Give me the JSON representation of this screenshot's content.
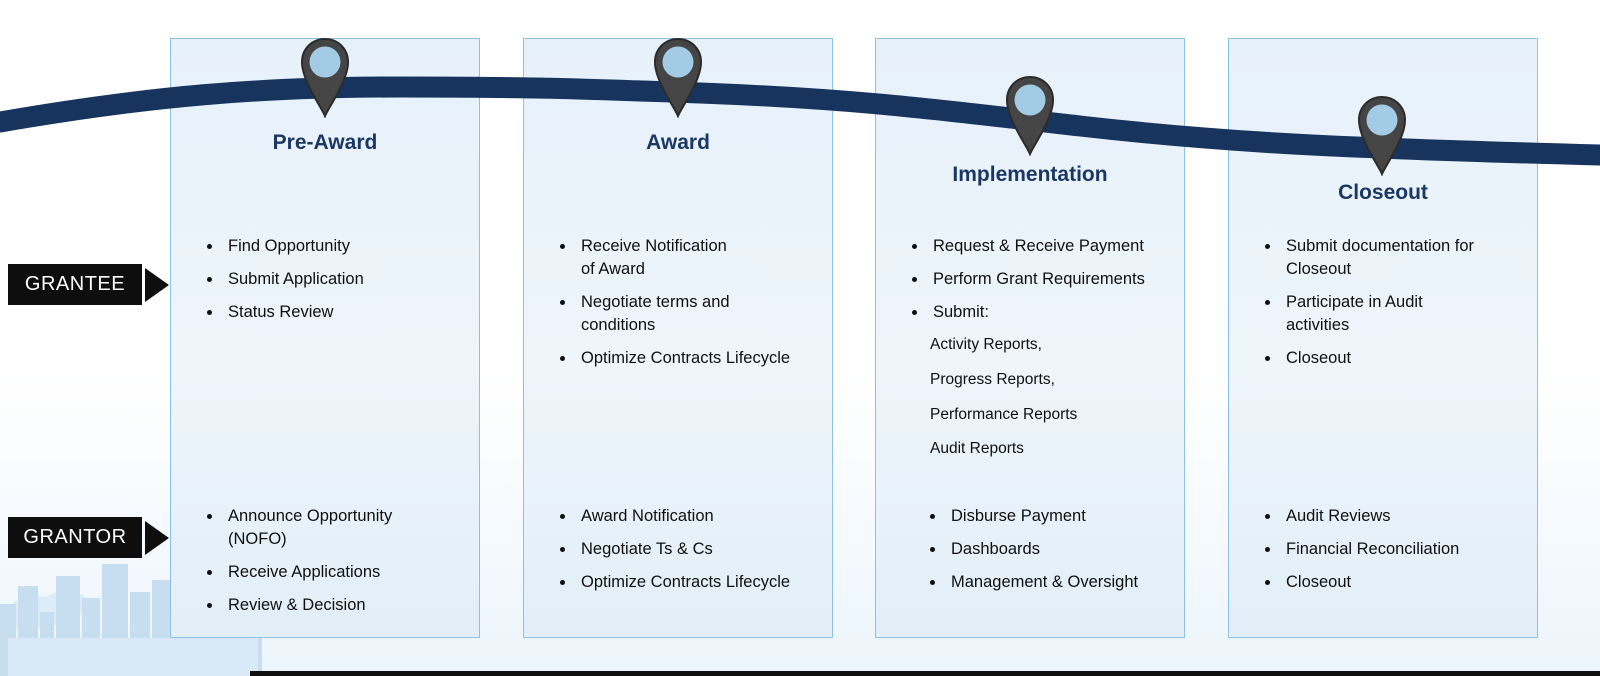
{
  "labels": {
    "grantee": "GRANTEE",
    "grantor": "GRANTOR"
  },
  "phases": [
    {
      "title": "Pre-Award",
      "grantee": [
        "Find Opportunity",
        "Submit Application",
        "Status Review"
      ],
      "grantor": [
        "Announce Opportunity\n(NOFO)",
        "Receive Applications",
        "Review & Decision"
      ]
    },
    {
      "title": "Award",
      "grantee": [
        "Receive Notification\nof Award",
        "Negotiate terms and\nconditions",
        "Optimize Contracts Lifecycle"
      ],
      "grantor": [
        "Award Notification",
        "Negotiate Ts & Cs",
        "Optimize Contracts Lifecycle"
      ]
    },
    {
      "title": "Implementation",
      "grantee": [
        "Request & Receive Payment",
        "Perform Grant Requirements",
        "Submit:"
      ],
      "grantee_sub": [
        "Activity Reports,",
        "Progress Reports,",
        "Performance Reports",
        "Audit Reports"
      ],
      "grantor": [
        "Disburse Payment",
        "Dashboards",
        "Management & Oversight"
      ]
    },
    {
      "title": "Closeout",
      "grantee": [
        "Submit documentation for\nCloseout",
        "Participate in Audit\nactivities",
        "Closeout"
      ],
      "grantor": [
        "Audit Reviews",
        "Financial Reconciliation",
        "Closeout"
      ]
    }
  ],
  "colors": {
    "swoosh": "#17345f",
    "panel_border": "#8fc0e4",
    "panel_bg": "#e9f2fa",
    "phase_title": "#1b3764",
    "pin_body": "#454545",
    "pin_inner": "#a3cbe5",
    "tag_bg": "#0e0e0e",
    "tag_text": "#ffffff",
    "skyline": "#cbe0f2"
  }
}
